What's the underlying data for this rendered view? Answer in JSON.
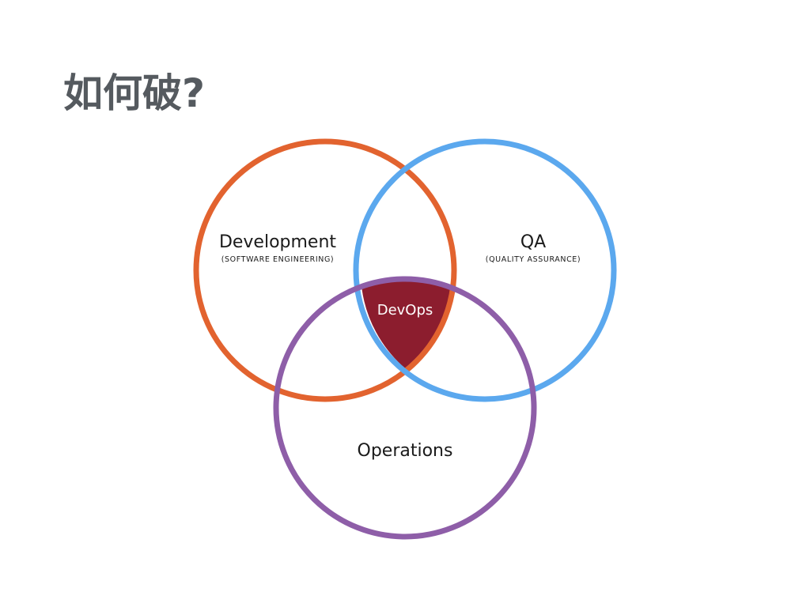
{
  "slide": {
    "title": "如何破?",
    "title_color": "#555a5f"
  },
  "diagram": {
    "type": "venn",
    "sets": [
      {
        "id": "development",
        "label": "Development",
        "sublabel": "(SOFTWARE ENGINEERING)",
        "color": "#e2632f"
      },
      {
        "id": "qa",
        "label": "QA",
        "sublabel": "(QUALITY ASSURANCE)",
        "color": "#5ba8ee"
      },
      {
        "id": "operations",
        "label": "Operations",
        "sublabel": "",
        "color": "#8e5ea8"
      }
    ],
    "intersection": {
      "label": "DevOps",
      "fill_color": "#8c1d2e",
      "text_color": "#ffffff"
    }
  }
}
